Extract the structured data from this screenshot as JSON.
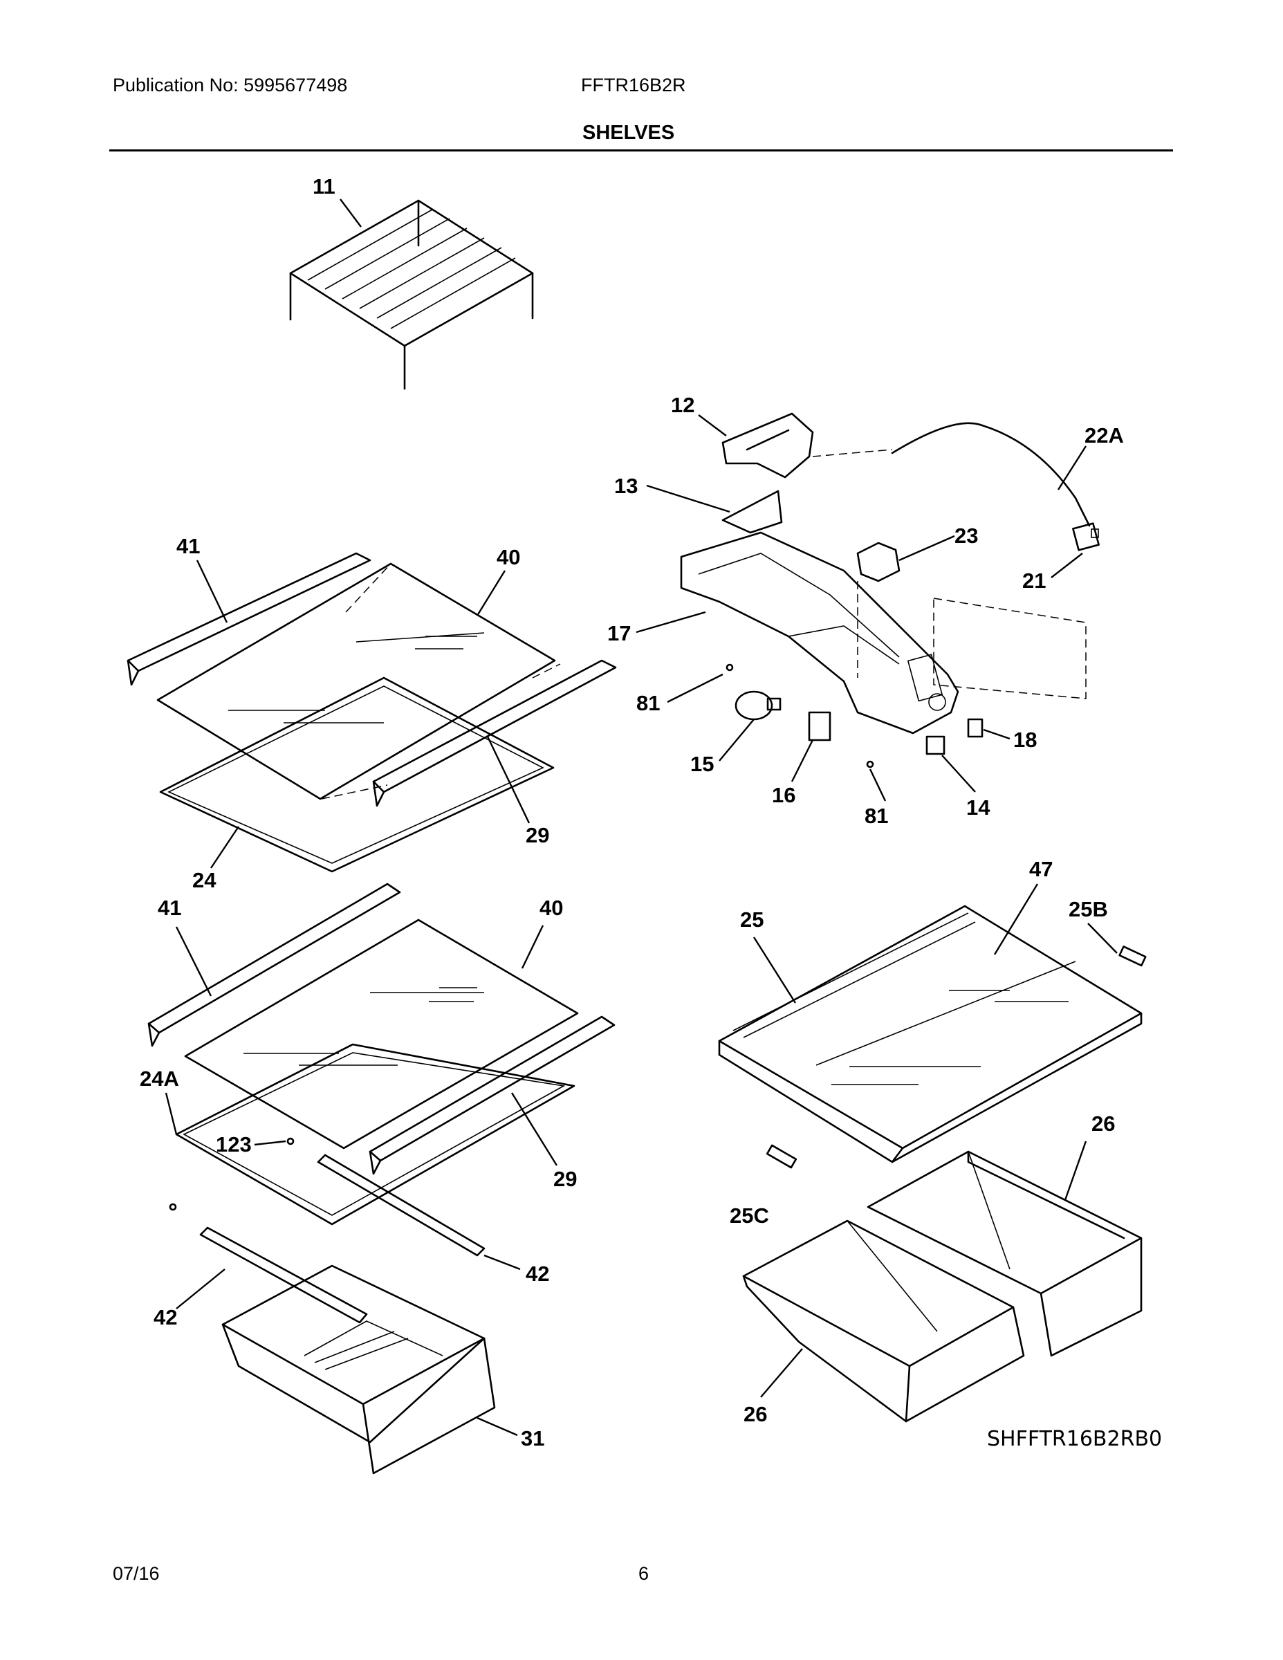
{
  "header": {
    "publication": "Publication No: 5995677498",
    "model": "FFTR16B2R",
    "section_title": "SHELVES"
  },
  "diagram": {
    "callouts": {
      "c11": "11",
      "c12": "12",
      "c13": "13",
      "c22A": "22A",
      "c23": "23",
      "c21": "21",
      "c17": "17",
      "c81a": "81",
      "c15": "15",
      "c16": "16",
      "c81b": "81",
      "c14": "14",
      "c18": "18",
      "c41a": "41",
      "c40a": "40",
      "c29a": "29",
      "c24": "24",
      "c41b": "41",
      "c40b": "40",
      "c24A": "24A",
      "c123": "123",
      "c29b": "29",
      "c42a": "42",
      "c42b": "42",
      "c31": "31",
      "c47": "47",
      "c25": "25",
      "c25B": "25B",
      "c26a": "26",
      "c25C": "25C",
      "c26b": "26"
    },
    "drawing_code": "SHFFTR16B2RB0"
  },
  "footer": {
    "date": "07/16",
    "page": "6"
  }
}
